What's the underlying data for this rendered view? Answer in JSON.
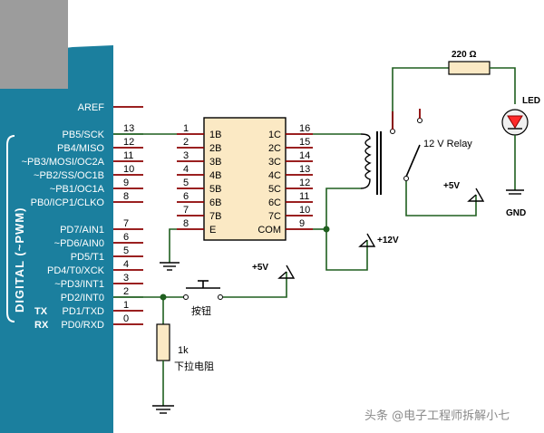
{
  "arduino": {
    "aref": "AREF",
    "pins_left_labels": [
      "PB5/SCK",
      "PB4/MISO",
      "~PB3/MOSI/OC2A",
      "~PB2/SS/OC1B",
      "~PB1/OC1A",
      "PB0/ICP1/CLKO",
      "PD7/AIN1",
      "~PD6/AIN0",
      "PD5/T1",
      "PD4/T0/XCK",
      "~PD3/INT1",
      "PD2/INT0",
      "PD1/TXD",
      "PD0/RXD"
    ],
    "pin_numbers": [
      "13",
      "12",
      "11",
      "10",
      "9",
      "8",
      "7",
      "6",
      "5",
      "4",
      "3",
      "2",
      "1",
      "0"
    ],
    "side_label": "DIGITAL (~PWM)",
    "tx": "TX",
    "rx": "RX"
  },
  "ic": {
    "left_pin_numbers": [
      "1",
      "2",
      "3",
      "4",
      "5",
      "6",
      "7",
      "8"
    ],
    "left_pin_names": [
      "1B",
      "2B",
      "3B",
      "4B",
      "5B",
      "6B",
      "7B",
      "E"
    ],
    "right_pin_numbers": [
      "16",
      "15",
      "14",
      "13",
      "12",
      "11",
      "10",
      "9"
    ],
    "right_pin_names": [
      "1C",
      "2C",
      "3C",
      "4C",
      "5C",
      "6C",
      "7C",
      "COM"
    ]
  },
  "relay": {
    "label": "12 V Relay",
    "supply": "+12V"
  },
  "resistor_220": {
    "label": "220 Ω"
  },
  "led": {
    "label": "LED"
  },
  "gnd": {
    "label": "GND"
  },
  "vcc_relay_contact": {
    "label": "+5V"
  },
  "vcc_button": {
    "label": "+5V"
  },
  "button": {
    "label": "按钮"
  },
  "pulldown": {
    "value": "1k",
    "label": "下拉电阻"
  },
  "watermark": {
    "text": "头条 @电子工程师拆解小七"
  },
  "colors": {
    "arduino_blue": "#1b7f9e",
    "wire_green": "#1f5f1f",
    "wire_red": "#8b0000",
    "ic_fill": "#fbe9c4"
  }
}
